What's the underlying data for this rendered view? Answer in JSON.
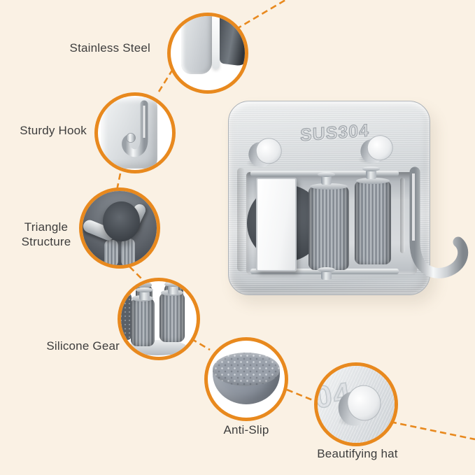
{
  "image": {
    "type": "product-feature-diagram",
    "background_color": "#FAF1E4",
    "accent_color": "#E8891E",
    "label_color": "#3D3D3D",
    "circle_fill": "#FFFFFF"
  },
  "callouts": [
    {
      "id": "stainless-steel",
      "label": "Stainless Steel"
    },
    {
      "id": "sturdy-hook",
      "label": "Sturdy Hook"
    },
    {
      "id": "triangle-structure",
      "label": "Triangle Structure"
    },
    {
      "id": "silicone-gear",
      "label": "Silicone Gear"
    },
    {
      "id": "anti-slip",
      "label": "Anti-Slip"
    },
    {
      "id": "beautifying-hat",
      "label": "Beautifying hat"
    }
  ],
  "product": {
    "name": "stainless steel wall-mounted mop and broom holder with hook",
    "engraving": "SUS304",
    "hat_callout_engraving": "04"
  }
}
